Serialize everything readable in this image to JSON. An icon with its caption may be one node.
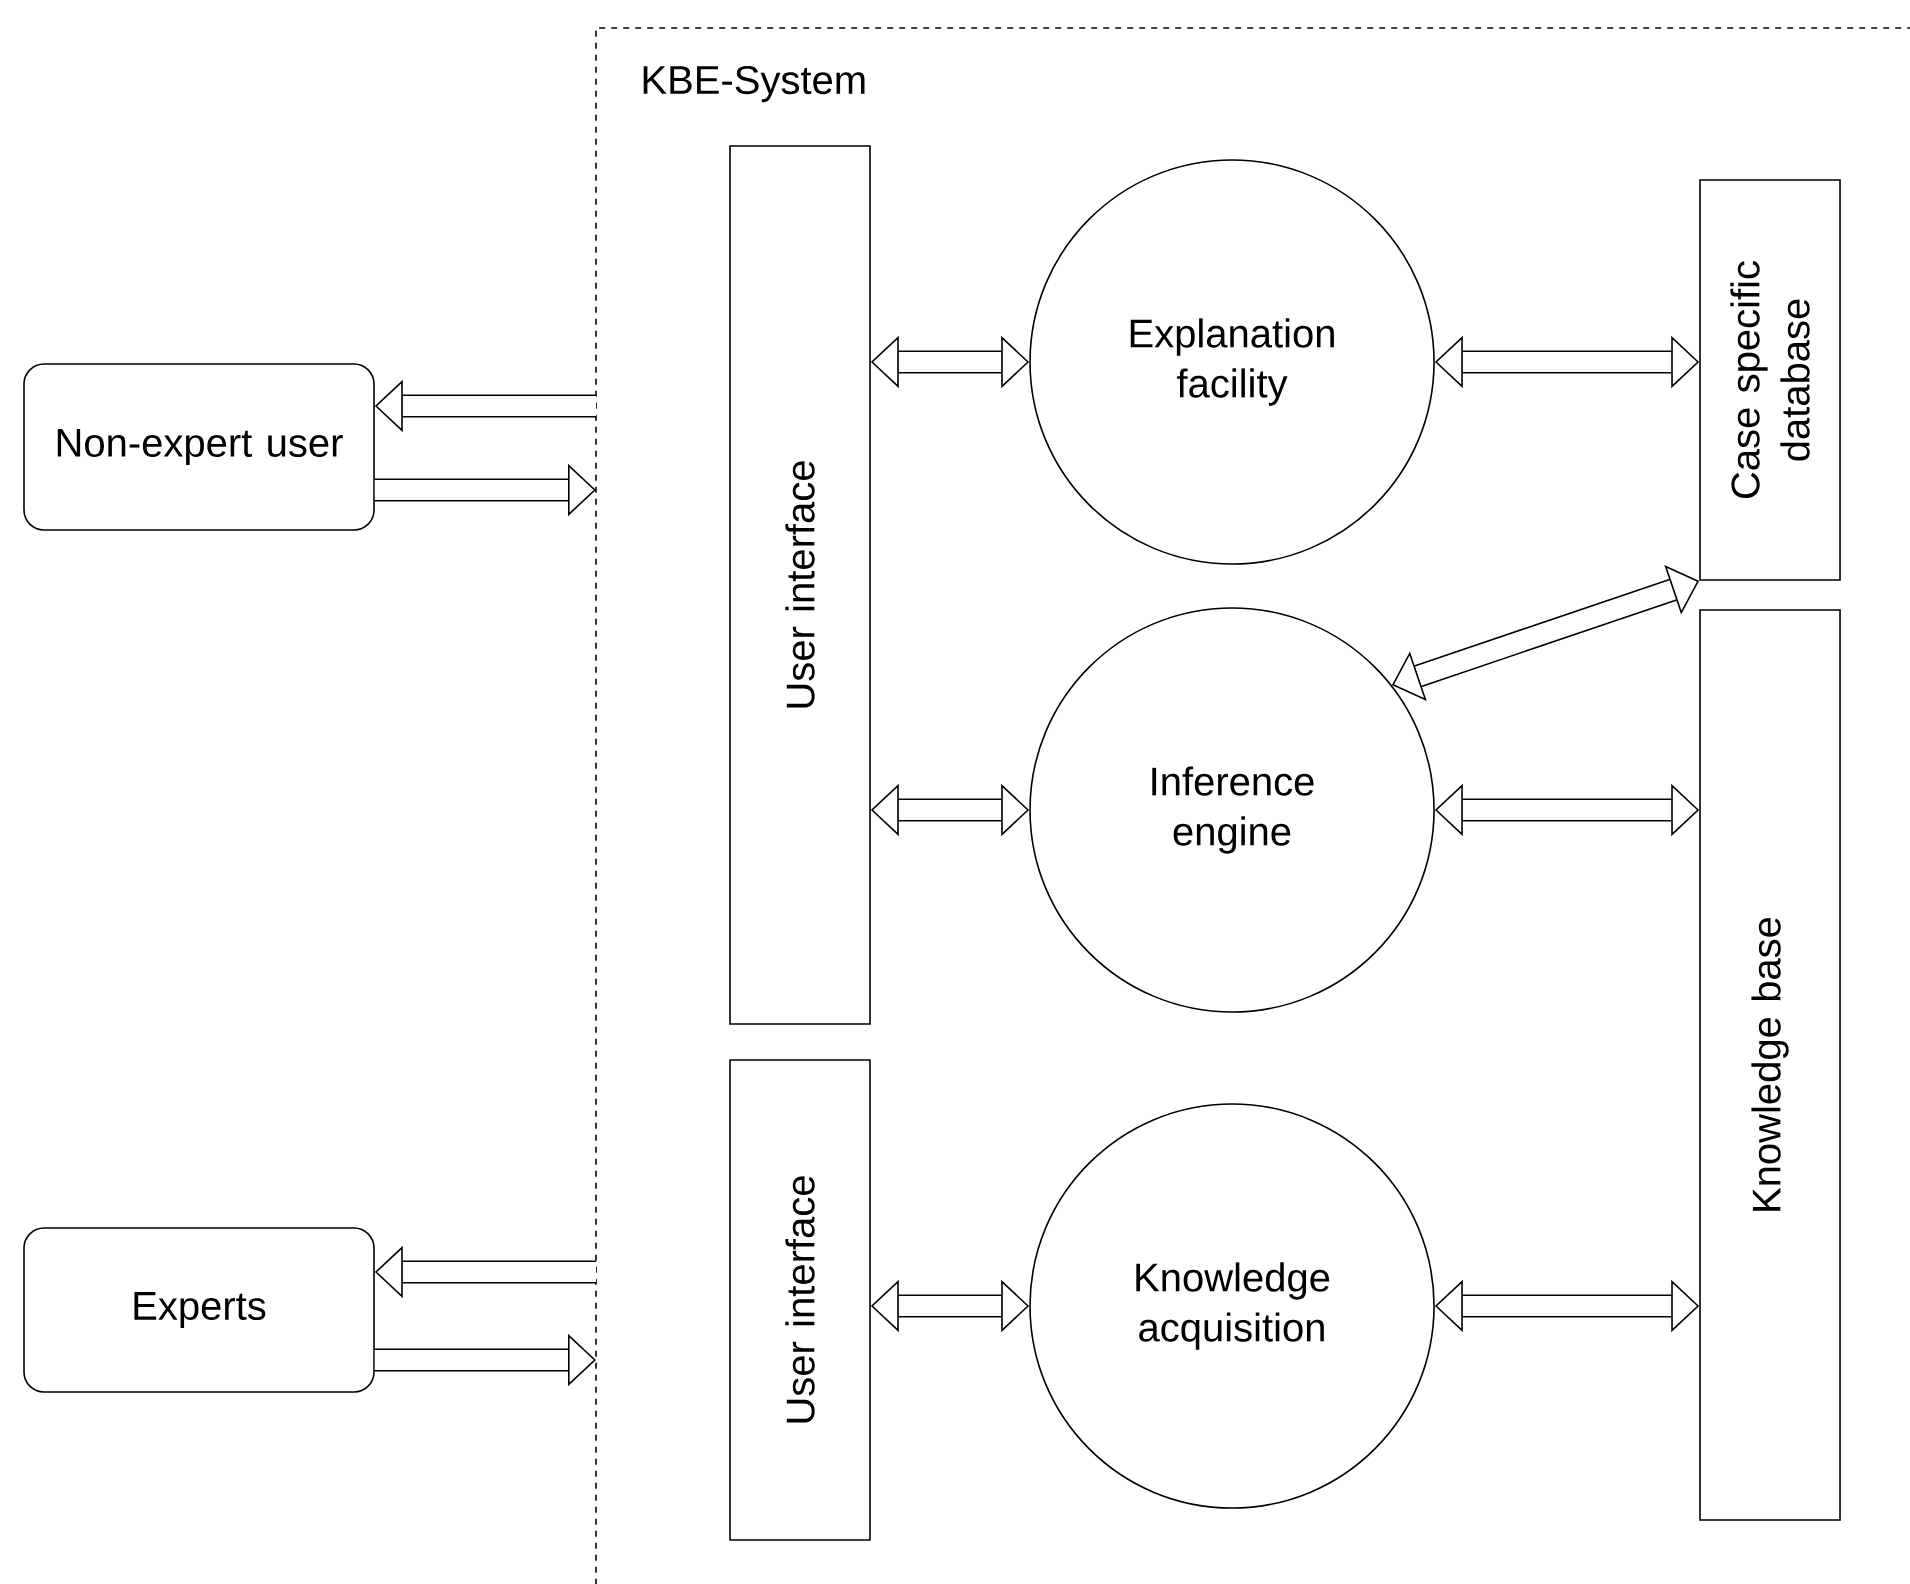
{
  "diagram": {
    "nodes": [
      {
        "text": [
          "KBE-System"
        ]
      },
      {
        "text": [
          "Non-expert user"
        ]
      },
      {
        "text": [
          "Experts"
        ]
      },
      {
        "text": [
          "User interface"
        ],
        "in": 0
      },
      {
        "text": [
          "User interface"
        ],
        "in": 0
      },
      {
        "text": [
          "Explanation facility"
        ],
        "in": 0
      },
      {
        "text": [
          "Inference engine"
        ],
        "in": 0
      },
      {
        "text": [
          "Knowledge acquisition"
        ],
        "in": 0
      },
      {
        "text": [
          "Case specific database"
        ],
        "in": 0
      },
      {
        "text": [
          "Knowledge base"
        ],
        "in": 0
      }
    ],
    "edges": [
      {
        "from": 0,
        "to": 1,
        "arrow": "to"
      },
      {
        "from": 1,
        "to": 0,
        "arrow": "to"
      },
      {
        "from": 0,
        "to": 2,
        "arrow": "to"
      },
      {
        "from": 2,
        "to": 0,
        "arrow": "to"
      },
      {
        "from": 3,
        "to": 5,
        "arrow": "both"
      },
      {
        "from": 5,
        "to": 8,
        "arrow": "both"
      },
      {
        "from": 6,
        "to": 8,
        "arrow": "both"
      },
      {
        "from": 3,
        "to": 6,
        "arrow": "both"
      },
      {
        "from": 6,
        "to": 9,
        "arrow": "both"
      },
      {
        "from": 4,
        "to": 7,
        "arrow": "both"
      },
      {
        "from": 7,
        "to": 9,
        "arrow": "both"
      }
    ]
  }
}
